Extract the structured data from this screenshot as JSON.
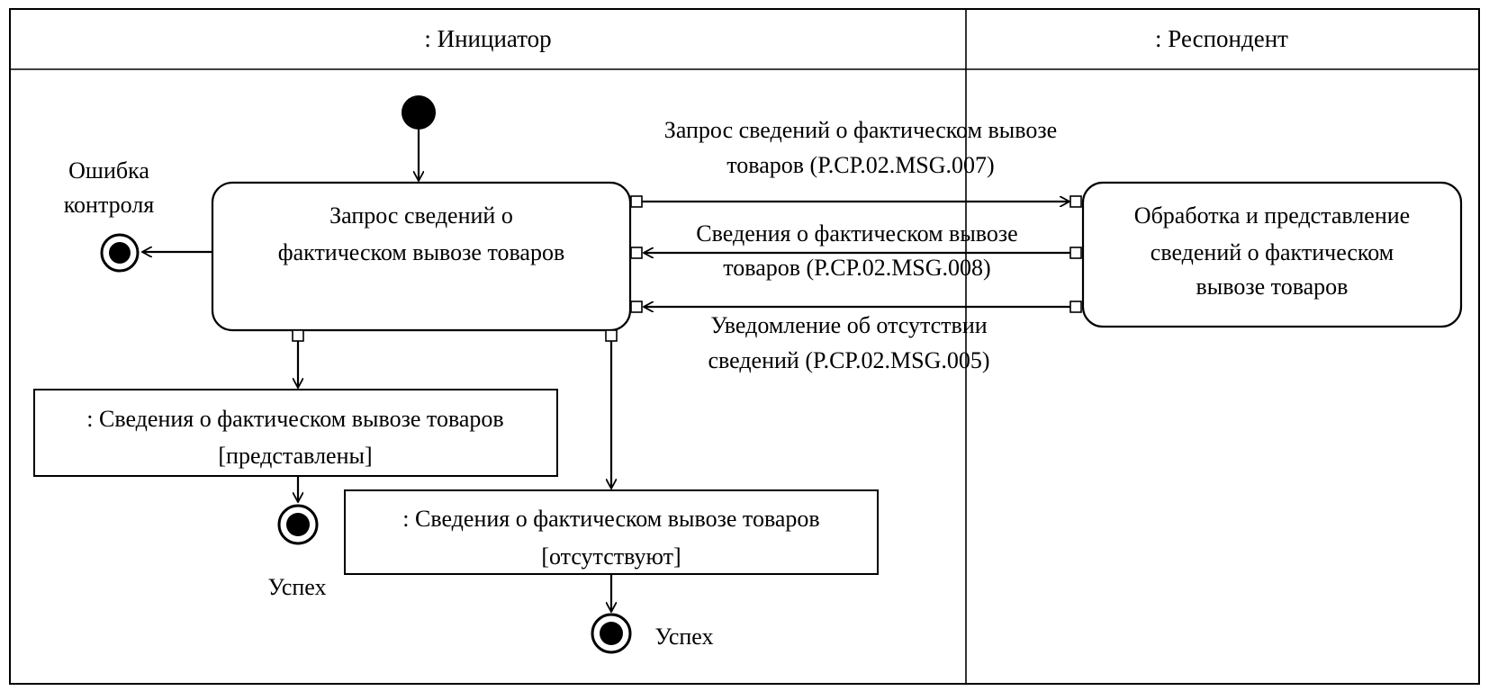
{
  "swimlanes": {
    "initiator": ": Инициатор",
    "respondent": ": Респондент"
  },
  "action_request": {
    "line1": "Запрос сведений о",
    "line2": "фактическом вывозе товаров"
  },
  "action_process": {
    "line1": "Обработка и представление",
    "line2": "сведений о фактическом",
    "line3": "вывозе товаров"
  },
  "messages": {
    "msg_007": {
      "line1": "Запрос сведений о фактическом вывозе",
      "line2": "товаров (P.CP.02.MSG.007)"
    },
    "msg_008": {
      "line1": "Сведения о фактическом вывозе",
      "line2": "товаров (P.CP.02.MSG.008)"
    },
    "msg_005": {
      "line1": "Уведомление об отсутствии",
      "line2": "сведений (P.CP.02.MSG.005)"
    }
  },
  "objects": {
    "present": {
      "line1": ": Сведения о фактическом вывозе товаров",
      "line2": "[представлены]"
    },
    "absent": {
      "line1": ": Сведения о фактическом вывозе товаров",
      "line2": "[отсутствуют]"
    }
  },
  "finals": {
    "error": {
      "line1": "Ошибка",
      "line2": "контроля"
    },
    "success_1": "Успех",
    "success_2": "Успех"
  }
}
